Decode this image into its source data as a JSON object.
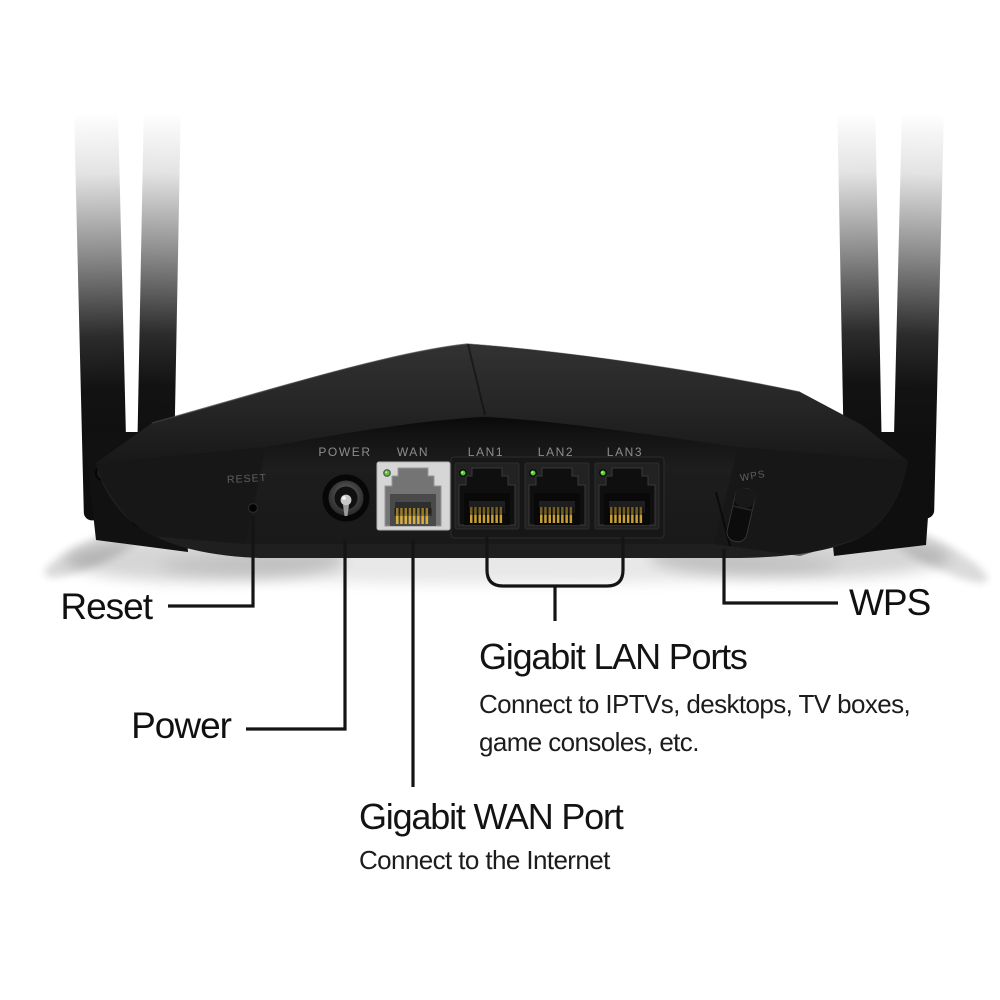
{
  "background_color": "#ffffff",
  "device": {
    "name": "Wi-Fi router rear panel",
    "body_color": "#1f1f1f",
    "wan_plate_color": "#d6d6d6",
    "led_color": "#56d02a",
    "pin_color": "#d9b03c",
    "port_labels": {
      "reset": "RESET",
      "power": "POWER",
      "wan": "WAN",
      "lan1": "LAN1",
      "lan2": "LAN2",
      "lan3": "LAN3",
      "wps": "WPS"
    }
  },
  "callouts": {
    "text_color": "#101010",
    "line_color": "#141414",
    "reset": {
      "label": "Reset"
    },
    "power": {
      "label": "Power"
    },
    "wps": {
      "label": "WPS"
    },
    "lan": {
      "title": "Gigabit LAN Ports",
      "description_line1": "Connect to IPTVs, desktops, TV boxes,",
      "description_line2": "game consoles, etc."
    },
    "wan": {
      "title": "Gigabit WAN Port",
      "description_line1": "Connect to the Internet"
    }
  }
}
